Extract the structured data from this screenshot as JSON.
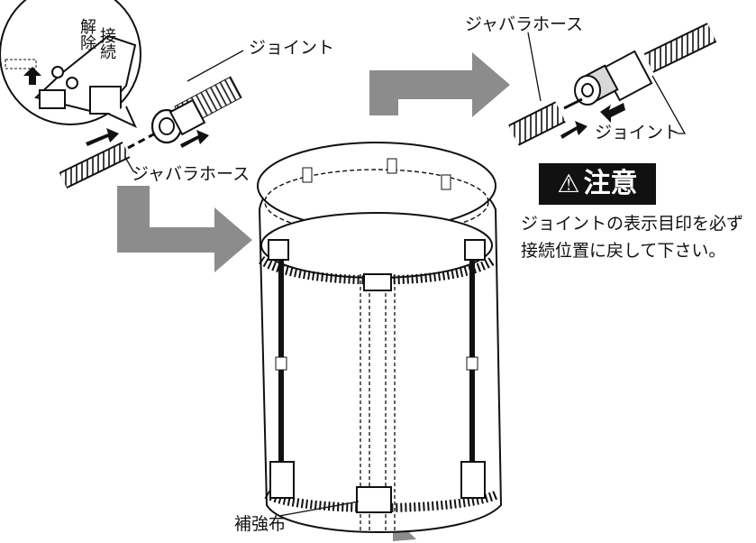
{
  "labels": {
    "joint_top_left": "ジョイント",
    "hose_top_right": "ジャバラホース",
    "hose_left": "ジャバラホース",
    "joint_right": "ジョイント",
    "reinforcement": "補強布"
  },
  "inset": {
    "release": "解除",
    "connect": "接続"
  },
  "caution": {
    "icon": "warning-triangle-icon",
    "title": "注意",
    "line1": "ジョイントの表示目印を必ず",
    "line2": "接続位置に戻して下さい。"
  },
  "colors": {
    "arrow_gray": "#8c8c8c",
    "line_black": "#111111",
    "caution_bg": "#111111",
    "caution_text": "#ffffff"
  }
}
